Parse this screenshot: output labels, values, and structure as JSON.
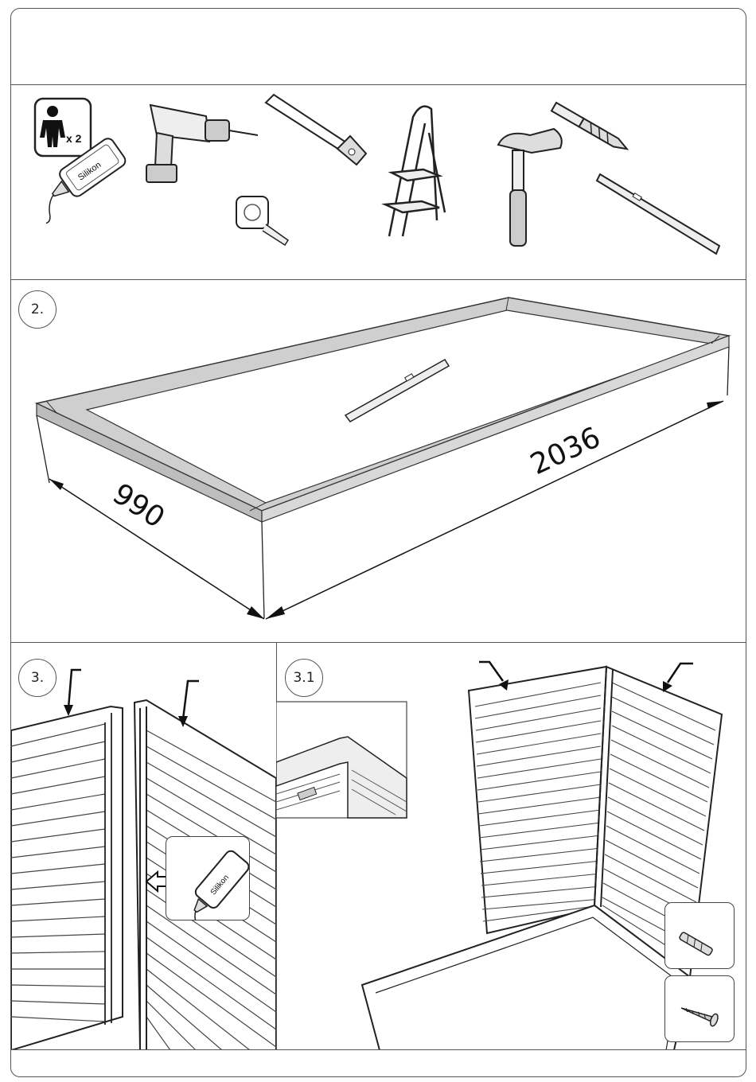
{
  "tools": {
    "persons": "x 2",
    "silicone_label": "Silikon"
  },
  "step2": {
    "number": "2.",
    "width_dim": "990",
    "length_dim": "2036"
  },
  "step3": {
    "number": "3.",
    "silicone_label": "Silikon"
  },
  "step31": {
    "number": "3.1"
  }
}
